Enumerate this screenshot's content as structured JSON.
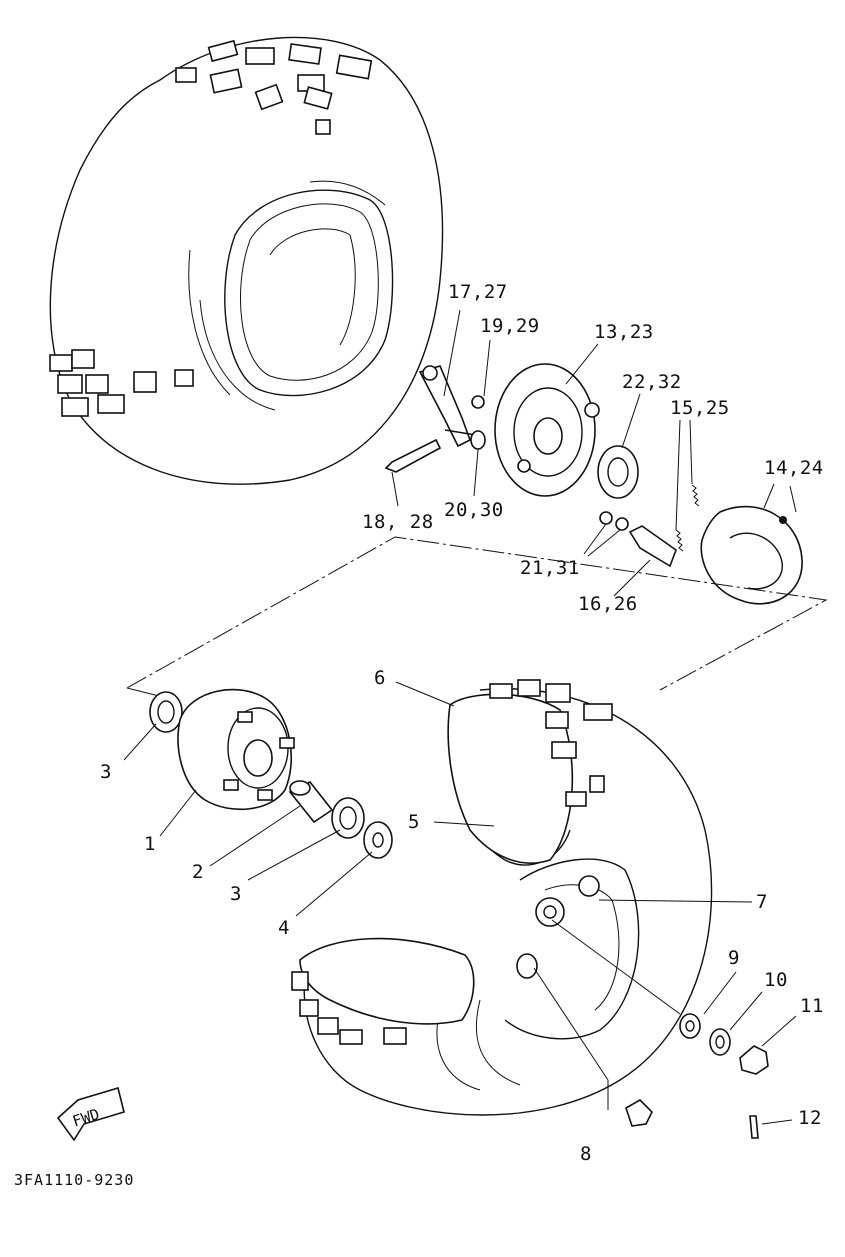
{
  "diagram": {
    "document_code": "3FA1110-9230",
    "direction_marker": "FWD",
    "callouts": [
      {
        "id": "c1",
        "text": "1"
      },
      {
        "id": "c2",
        "text": "2"
      },
      {
        "id": "c3a",
        "text": "3"
      },
      {
        "id": "c3b",
        "text": "3"
      },
      {
        "id": "c4",
        "text": "4"
      },
      {
        "id": "c5",
        "text": "5"
      },
      {
        "id": "c6",
        "text": "6"
      },
      {
        "id": "c7",
        "text": "7"
      },
      {
        "id": "c8",
        "text": "8"
      },
      {
        "id": "c9",
        "text": "9"
      },
      {
        "id": "c10",
        "text": "10"
      },
      {
        "id": "c11",
        "text": "11"
      },
      {
        "id": "c12",
        "text": "12"
      },
      {
        "id": "c13",
        "text": "13,23"
      },
      {
        "id": "c14",
        "text": "14,24"
      },
      {
        "id": "c15",
        "text": "15,25"
      },
      {
        "id": "c16",
        "text": "16,26"
      },
      {
        "id": "c17",
        "text": "17,27"
      },
      {
        "id": "c18",
        "text": "18, 28"
      },
      {
        "id": "c19",
        "text": "19,29"
      },
      {
        "id": "c20",
        "text": "20,30"
      },
      {
        "id": "c21",
        "text": "21,31"
      },
      {
        "id": "c22",
        "text": "22,32"
      }
    ]
  }
}
